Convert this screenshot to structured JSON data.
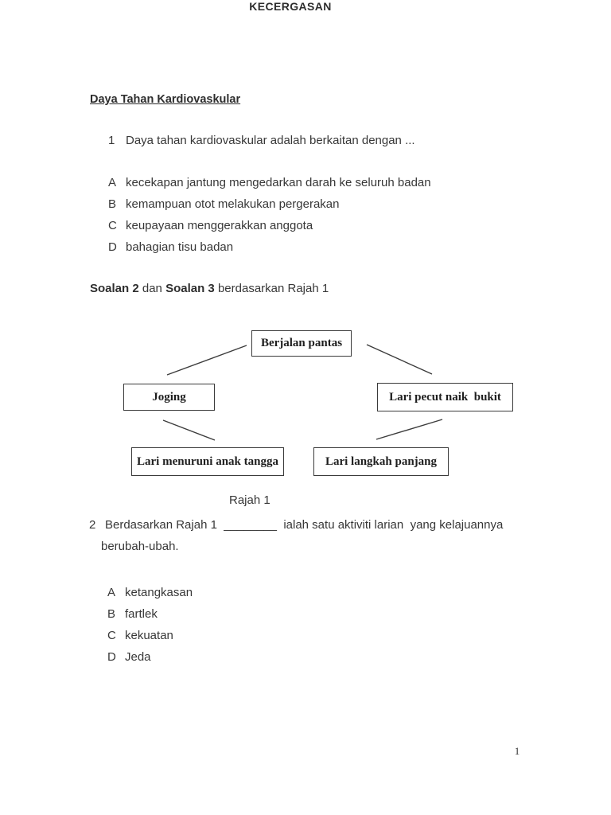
{
  "page": {
    "background_color": "#ffffff",
    "text_color": "#373737",
    "page_number": "1"
  },
  "title": "KECERGASAN",
  "section_heading": "Daya Tahan Kardiovaskular",
  "question1": {
    "number": "1",
    "text": "Daya tahan kardiovaskular adalah berkaitan dengan ...",
    "options": [
      {
        "letter": "A",
        "text": "kecekapan jantung mengedarkan darah ke seluruh badan"
      },
      {
        "letter": "B",
        "text": "kemampuan otot melakukan pergerakan"
      },
      {
        "letter": "C",
        "text": "keupayaan menggerakkan anggota"
      },
      {
        "letter": "D",
        "text": "bahagian tisu badan"
      }
    ]
  },
  "instruction": {
    "bold1": "Soalan 2",
    "middle": " dan ",
    "bold2": "Soalan 3",
    "rest": " berdasarkan Rajah 1"
  },
  "diagram": {
    "caption": "Rajah 1",
    "boxes": [
      {
        "id": "top",
        "label": "Berjalan pantas"
      },
      {
        "id": "left",
        "label": "Joging"
      },
      {
        "id": "right",
        "label": "Lari pecut naik  bukit"
      },
      {
        "id": "bottom-left",
        "label": "Lari menuruni anak tangga"
      },
      {
        "id": "bottom-right",
        "label": "Lari langkah panjang"
      }
    ],
    "connections": [
      {
        "from": "Berjalan pantas",
        "to": "Joging"
      },
      {
        "from": "Berjalan pantas",
        "to": "Lari pecut naik bukit"
      },
      {
        "from": "Joging",
        "to": "Lari menuruni anak tangga"
      },
      {
        "from": "Lari pecut naik bukit",
        "to": "Lari langkah panjang"
      }
    ]
  },
  "question2": {
    "number": "2",
    "line1": "Berdasarkan Rajah 1  ________  ialah satu aktiviti larian  yang kelajuannya",
    "line2": "berubah-ubah.",
    "options": [
      {
        "letter": "A",
        "text": "ketangkasan"
      },
      {
        "letter": "B",
        "text": "fartlek"
      },
      {
        "letter": "C",
        "text": "kekuatan"
      },
      {
        "letter": "D",
        "text": "Jeda"
      }
    ]
  }
}
